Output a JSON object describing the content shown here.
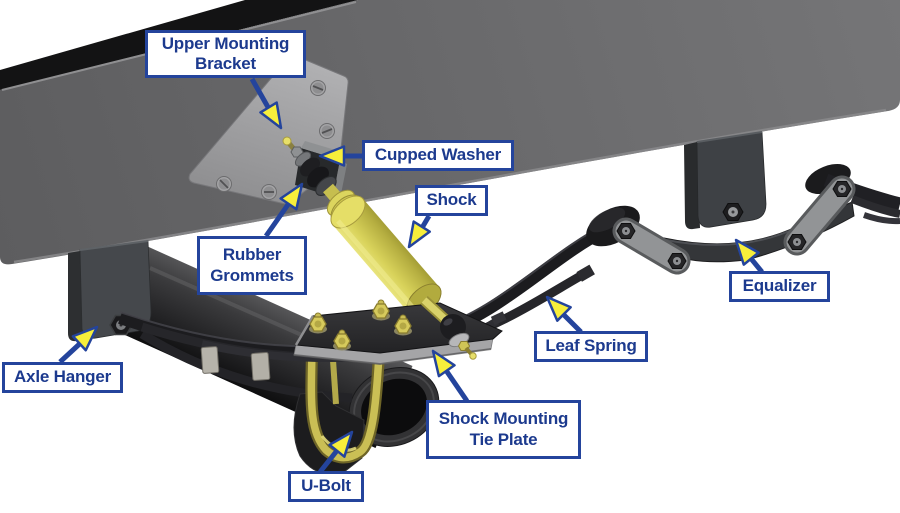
{
  "figure": {
    "description": "Trailer tandem-axle leaf spring suspension components callout diagram"
  },
  "labels": {
    "upper_mounting_bracket": "Upper Mounting Bracket",
    "cupped_washer": "Cupped Washer",
    "shock": "Shock",
    "rubber_grommets": "Rubber Grommets",
    "equalizer": "Equalizer",
    "leaf_spring": "Leaf Spring",
    "axle_hanger": "Axle Hanger",
    "shock_mounting_tie_plate": "Shock Mounting Tie Plate",
    "u_bolt": "U-Bolt"
  },
  "colors": {
    "callout_navy": "#24449c",
    "callout_text": "#1c3a8e",
    "arrowhead_yellow": "#f7ee3b",
    "label_background": "#ffffff",
    "frame_gray": "#6a6a6c",
    "shock_yellow": "#d6d155",
    "ubolt_brass": "#cabf55"
  }
}
